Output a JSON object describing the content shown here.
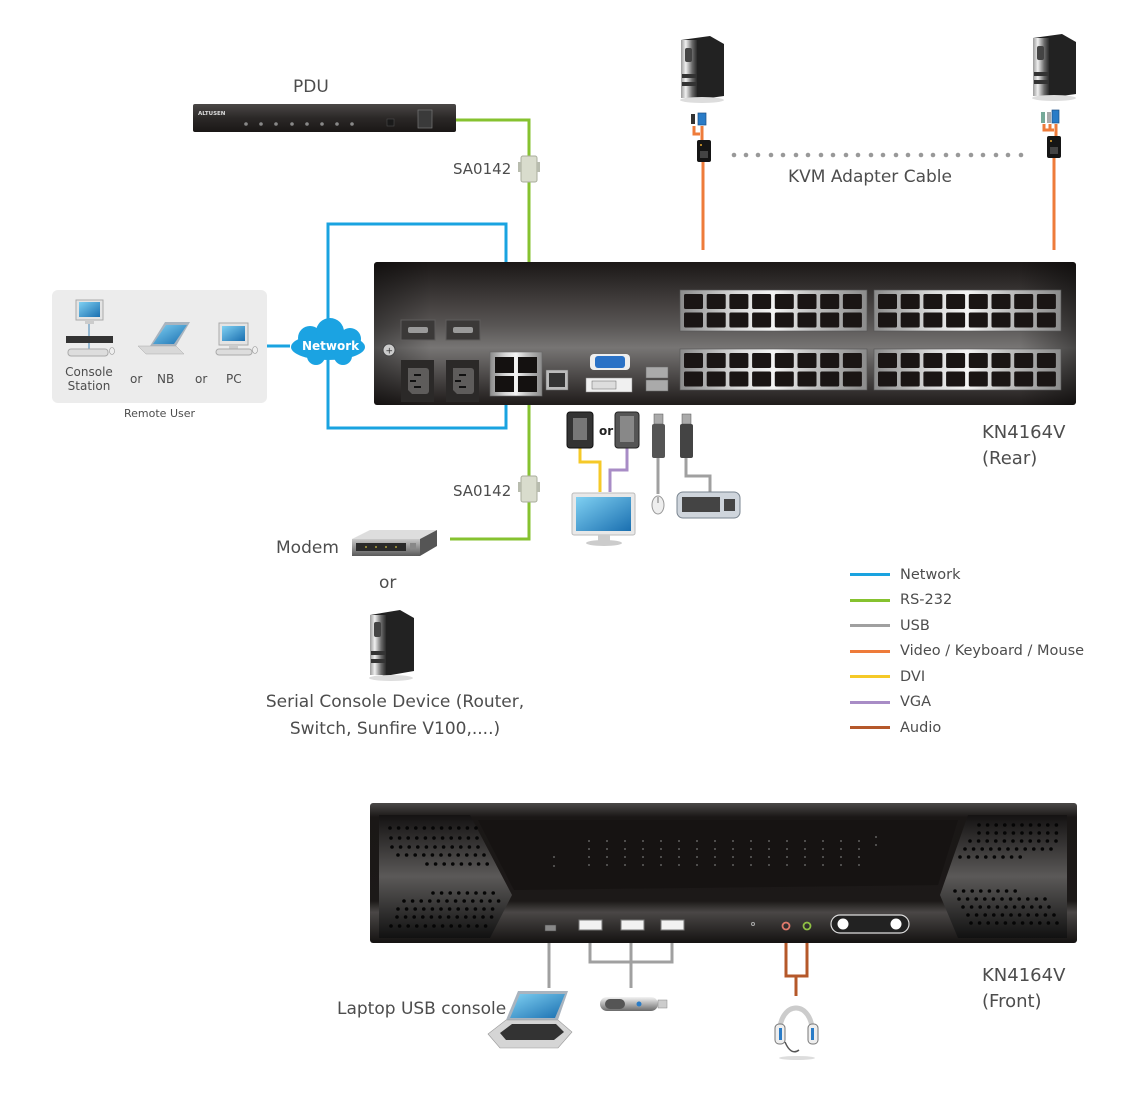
{
  "diagram": {
    "title": "KN4164V connection diagram",
    "rear_unit": {
      "model": "KN4164V",
      "view": "(Rear)"
    },
    "front_unit": {
      "model": "KN4164V",
      "view": "(Front)"
    },
    "pdu": {
      "label": "PDU",
      "brand": "ALTUSEN"
    },
    "adapters": {
      "top": "SA0142",
      "bottom": "SA0142"
    },
    "kvm_cable": {
      "label": "KVM Adapter Cable"
    },
    "network_cloud": {
      "label": "Network"
    },
    "remote_user": {
      "caption": "Remote User",
      "console_station": "Console\nStation",
      "console_line1": "Console",
      "console_line2": "Station",
      "or1": "or",
      "nb": "NB",
      "or2": "or",
      "pc": "PC"
    },
    "serial": {
      "modem": "Modem",
      "or": "or",
      "device_line1": "Serial Console Device (Router,",
      "device_line2": "Switch, Sunfire V100,....)"
    },
    "local_console": {
      "or": "or"
    },
    "front": {
      "laptop": "Laptop USB console"
    }
  },
  "legend": [
    {
      "label": "Network",
      "color": "#1aa3e0"
    },
    {
      "label": "RS-232",
      "color": "#86c22f"
    },
    {
      "label": "USB",
      "color": "#a0a0a0"
    },
    {
      "label": "Video / Keyboard / Mouse",
      "color": "#ee7b3a"
    },
    {
      "label": "DVI",
      "color": "#f5c928"
    },
    {
      "label": "VGA",
      "color": "#a88cc6"
    },
    {
      "label": "Audio",
      "color": "#b5582a"
    }
  ],
  "colors": {
    "network": "#1aa3e0",
    "rs232": "#86c22f",
    "usb": "#a0a0a0",
    "video_kbm": "#ee7b3a",
    "dvi": "#f5c928",
    "vga": "#a88cc6",
    "audio": "#b5582a"
  }
}
